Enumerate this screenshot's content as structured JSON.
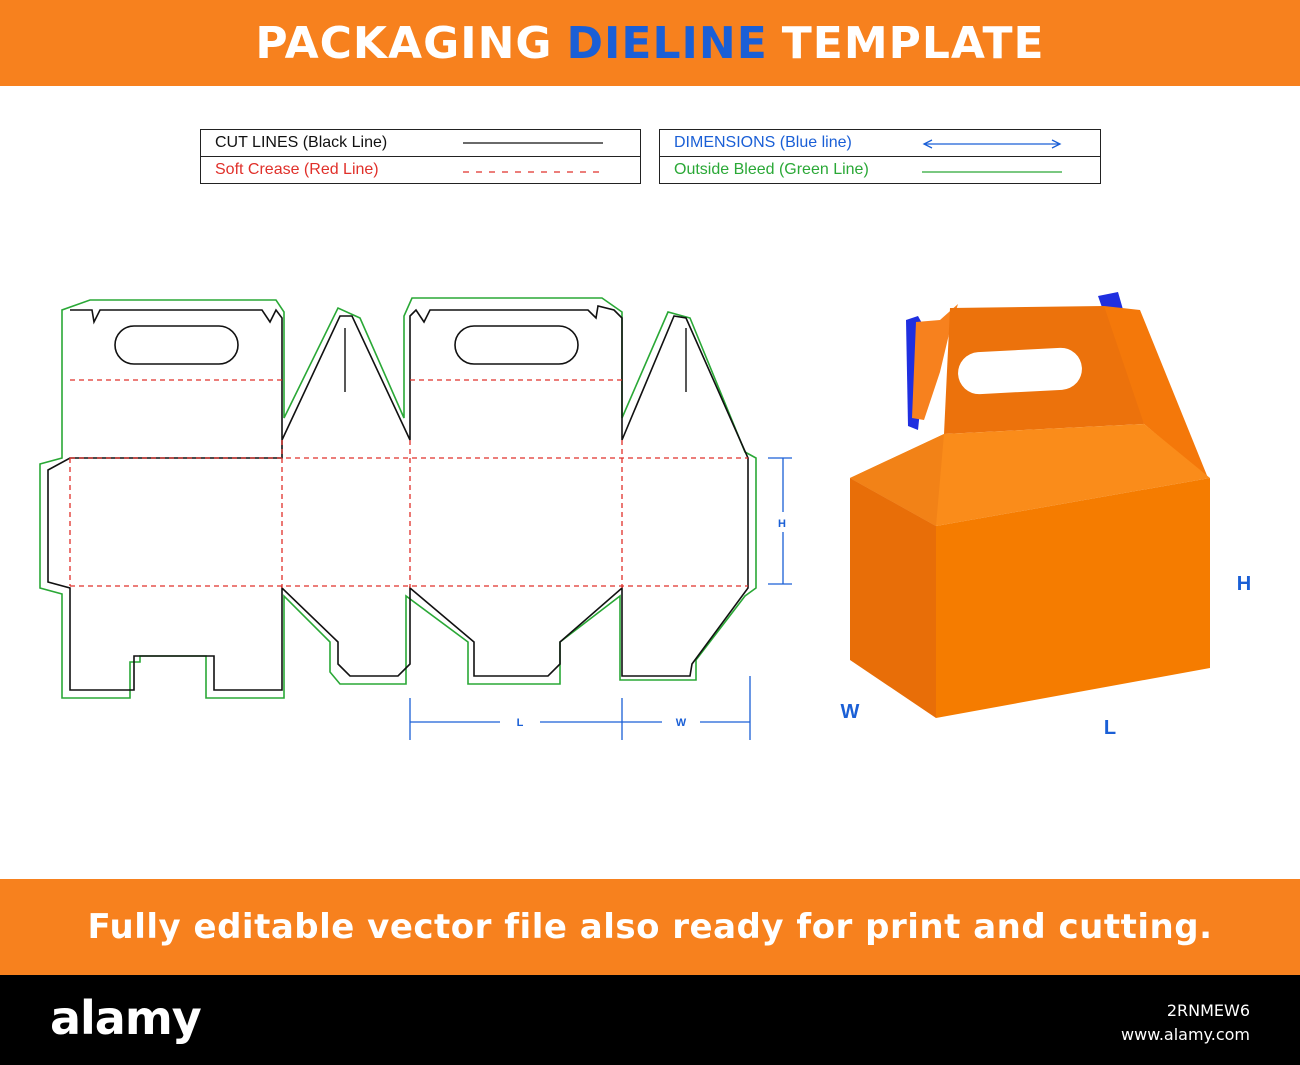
{
  "banner": {
    "title_prefix": "PACKAGING",
    "title_highlight": "DIELINE",
    "title_suffix": "TEMPLATE"
  },
  "legend": {
    "cut_lines": "CUT LINES (Black Line)",
    "soft_crease": "Soft Crease (Red Line)",
    "dimensions": "DIMENSIONS (Blue line)",
    "outside_bleed": "Outside Bleed (Green Line)"
  },
  "dieline": {
    "dim_h": "H",
    "dim_l": "L",
    "dim_w": "W"
  },
  "box3d": {
    "label_h": "H",
    "label_w": "W",
    "label_l": "L"
  },
  "tagline": "Fully editable vector file also ready for print and cutting.",
  "footer": {
    "logo": "alamy",
    "image_id": "2RNMEW6",
    "site": "www.alamy.com"
  },
  "colors": {
    "orange": "#f7811e",
    "cut": "#111111",
    "crease": "#e0302a",
    "dimension": "#1a5fd6",
    "bleed": "#2aa836",
    "box_front": "#f57c00",
    "box_side": "#e86e08",
    "box_top": "#fa8c1a",
    "box_inner": "#1f2fe0"
  },
  "icons": {
    "cut_line": "solid-line",
    "soft_crease": "dashed-line",
    "dimensions": "double-arrow",
    "outside_bleed": "solid-line"
  }
}
